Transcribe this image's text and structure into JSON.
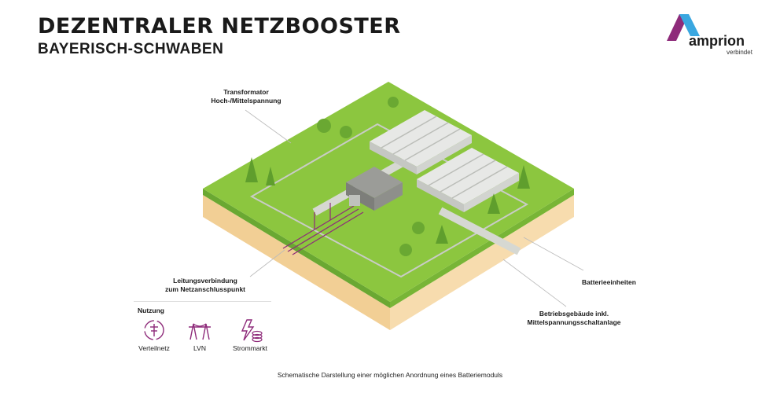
{
  "header": {
    "title": "DEZENTRALER NETZBOOSTER",
    "subtitle": "BAYERISCH-SCHWABEN"
  },
  "logo": {
    "word": "amprion",
    "tagline": "verbindet"
  },
  "labels": {
    "transformer_1": "Transformator",
    "transformer_2": "Hoch-/Mittelspannung",
    "connection_1": "Leitungsverbindung",
    "connection_2": "zum Netzanschlusspunkt",
    "batteries": "Batterieeinheiten",
    "building_1": "Betriebsgebäude inkl.",
    "building_2": "Mittelspannungsschaltanlage"
  },
  "nutzung": {
    "title": "Nutzung",
    "items": [
      {
        "label": "Verteilnetz",
        "icon": "grid-cycle-icon"
      },
      {
        "label": "LVN",
        "icon": "power-tower-icon"
      },
      {
        "label": "Strommarkt",
        "icon": "lightning-coins-icon"
      }
    ]
  },
  "caption": "Schematische Darstellung einer möglichen Anordnung eines Batteriemoduls",
  "colors": {
    "grass": "#8cc63f",
    "grass_dark": "#6aa832",
    "soil": "#f5d9a8",
    "accent_magenta": "#8e2b7a",
    "logo_blue": "#3aa7e0"
  }
}
